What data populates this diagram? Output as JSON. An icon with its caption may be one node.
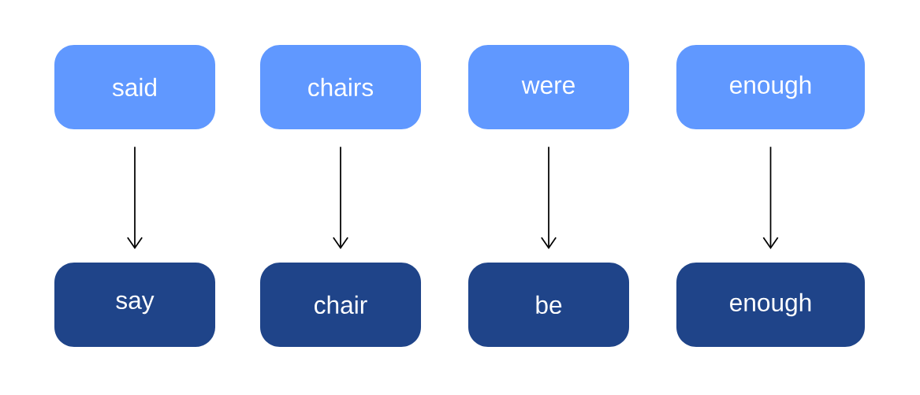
{
  "diagram": {
    "nodes": [
      {
        "text": [
          "said"
        ]
      },
      {
        "text": [
          "chairs"
        ]
      },
      {
        "text": [
          "were"
        ]
      },
      {
        "text": [
          "enough"
        ]
      },
      {
        "text": [
          "say"
        ]
      },
      {
        "text": [
          "chair"
        ]
      },
      {
        "text": [
          "be"
        ]
      },
      {
        "text": [
          "enough"
        ]
      }
    ],
    "edges": [
      {
        "from": 0,
        "to": 4,
        "arrow": "to"
      },
      {
        "from": 1,
        "to": 5,
        "arrow": "to"
      },
      {
        "from": 2,
        "to": 6,
        "arrow": "to"
      },
      {
        "from": 3,
        "to": 7,
        "arrow": "to"
      }
    ]
  }
}
